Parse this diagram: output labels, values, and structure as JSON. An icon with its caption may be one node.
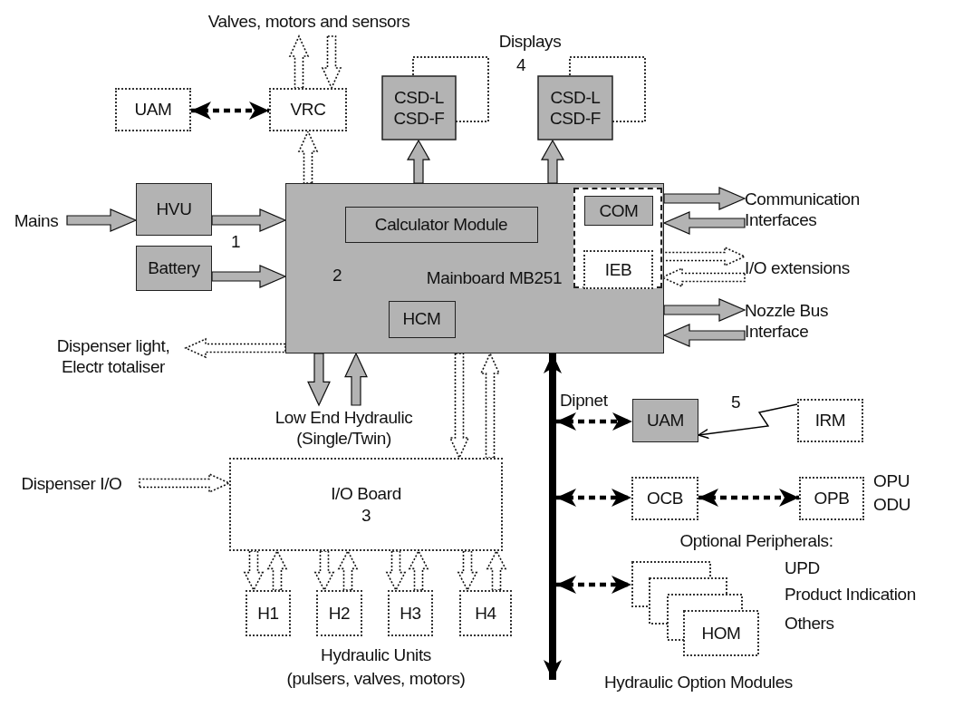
{
  "diagram": {
    "nodes": [
      {
        "text": [
          "Valves, motors and sensors"
        ]
      },
      {
        "text": [
          "UAM"
        ]
      },
      {
        "text": [
          "VRC"
        ]
      },
      {
        "text": [
          "CSD-L",
          "CSD-F"
        ]
      },
      {
        "text": [
          "CSD-L",
          "CSD-F"
        ]
      },
      {
        "text": [
          "Mains"
        ]
      },
      {
        "text": [
          "HVU"
        ]
      },
      {
        "text": [
          "Battery"
        ]
      },
      {
        "text": [
          "Mainboard MB251"
        ]
      },
      {
        "text": [
          "Calculator Module"
        ],
        "in": 8
      },
      {
        "text": [],
        "shape": "box",
        "in": 8
      },
      {
        "text": [
          "COM"
        ],
        "in": 10
      },
      {
        "text": [
          "IEB"
        ],
        "in": 10
      },
      {
        "text": [
          "HCM"
        ],
        "in": 8
      },
      {
        "text": [
          "Communication Interfaces"
        ]
      },
      {
        "text": [
          "I/O extensions"
        ]
      },
      {
        "text": [
          "Nozzle Bus Interface"
        ]
      },
      {
        "text": [
          "Dispenser light, Electr totaliser"
        ]
      },
      {
        "text": [
          "Low End Hydraulic (Single/Twin)"
        ]
      },
      {
        "text": [
          "Dispenser I/O"
        ]
      },
      {
        "text": [
          "I/O Board",
          "3"
        ]
      },
      {
        "text": [
          "H1"
        ]
      },
      {
        "text": [
          "H2"
        ]
      },
      {
        "text": [
          "H3"
        ]
      },
      {
        "text": [
          "H4"
        ]
      },
      {
        "text": [],
        "shape": "bar",
        "beside": [
          "Dipnet"
        ]
      },
      {
        "text": [
          "UAM"
        ]
      },
      {
        "text": [
          "IRM"
        ]
      },
      {
        "text": [
          "OCB"
        ]
      },
      {
        "text": [
          "OPB"
        ],
        "beside": [
          "OPU",
          "ODU"
        ]
      },
      {
        "text": [
          "HOM"
        ]
      }
    ],
    "edges": [
      {
        "from": 2,
        "to": 0,
        "arrow": "to",
        "style": "dashed"
      },
      {
        "from": 0,
        "to": 2,
        "arrow": "to",
        "style": "dashed"
      },
      {
        "from": 1,
        "to": 2,
        "arrow": "both",
        "style": "dashed",
        "color": "#000000"
      },
      {
        "from": 8,
        "to": 2,
        "arrow": "to",
        "style": "dashed"
      },
      {
        "from": 8,
        "to": 3,
        "arrow": "to"
      },
      {
        "from": 8,
        "to": 4,
        "arrow": "to"
      },
      {
        "from": 5,
        "to": 6,
        "arrow": "to"
      },
      {
        "from": 6,
        "to": 8,
        "arrow": "to"
      },
      {
        "from": 7,
        "to": 8,
        "arrow": "to"
      },
      {
        "from": 8,
        "to": 14,
        "arrow": "to"
      },
      {
        "from": 14,
        "to": 8,
        "arrow": "to"
      },
      {
        "from": 10,
        "to": 15,
        "arrow": "to",
        "style": "dashed"
      },
      {
        "from": 15,
        "to": 10,
        "arrow": "to",
        "style": "dashed"
      },
      {
        "from": 8,
        "to": 16,
        "arrow": "to"
      },
      {
        "from": 16,
        "to": 8,
        "arrow": "to"
      },
      {
        "from": 8,
        "to": 17,
        "arrow": "to",
        "style": "dashed"
      },
      {
        "from": 8,
        "to": 18,
        "arrow": "to"
      },
      {
        "from": 18,
        "to": 8,
        "arrow": "to"
      },
      {
        "from": 8,
        "to": 20,
        "arrow": "to",
        "style": "dashed"
      },
      {
        "from": 20,
        "to": 8,
        "arrow": "to",
        "style": "dashed"
      },
      {
        "from": 19,
        "to": 20,
        "arrow": "to",
        "style": "dashed"
      },
      {
        "from": 20,
        "to": 21,
        "arrow": "to",
        "style": "dashed"
      },
      {
        "from": 21,
        "to": 20,
        "arrow": "to",
        "style": "dashed"
      },
      {
        "from": 20,
        "to": 22,
        "arrow": "to",
        "style": "dashed"
      },
      {
        "from": 22,
        "to": 20,
        "arrow": "to",
        "style": "dashed"
      },
      {
        "from": 20,
        "to": 23,
        "arrow": "to",
        "style": "dashed"
      },
      {
        "from": 23,
        "to": 20,
        "arrow": "to",
        "style": "dashed"
      },
      {
        "from": 20,
        "to": 24,
        "arrow": "to",
        "style": "dashed"
      },
      {
        "from": 24,
        "to": 20,
        "arrow": "to",
        "style": "dashed"
      },
      {
        "from": 25,
        "to": 8,
        "arrow": "to",
        "color": "#000000"
      },
      {
        "from": 25,
        "to": null,
        "arrow": "to",
        "color": "#000000"
      },
      {
        "from": 25,
        "to": 26,
        "arrow": "both",
        "style": "dashed",
        "color": "#000000"
      },
      {
        "from": 25,
        "to": 28,
        "arrow": "both",
        "style": "dashed",
        "color": "#000000"
      },
      {
        "from": 28,
        "to": 29,
        "arrow": "both",
        "style": "dashed",
        "color": "#000000"
      },
      {
        "from": 25,
        "to": 30,
        "arrow": "both",
        "style": "dashed",
        "color": "#000000"
      },
      {
        "from": 27,
        "to": 26,
        "arrow": "to",
        "color": "#000000"
      }
    ],
    "labels": [
      "Displays",
      "4",
      "1",
      "2",
      "5",
      "Optional Peripherals:",
      "UPD",
      "Product Indication",
      "Others",
      "Hydraulic Units",
      "(pulsers, valves, motors)",
      "Hydraulic Option Modules"
    ]
  }
}
